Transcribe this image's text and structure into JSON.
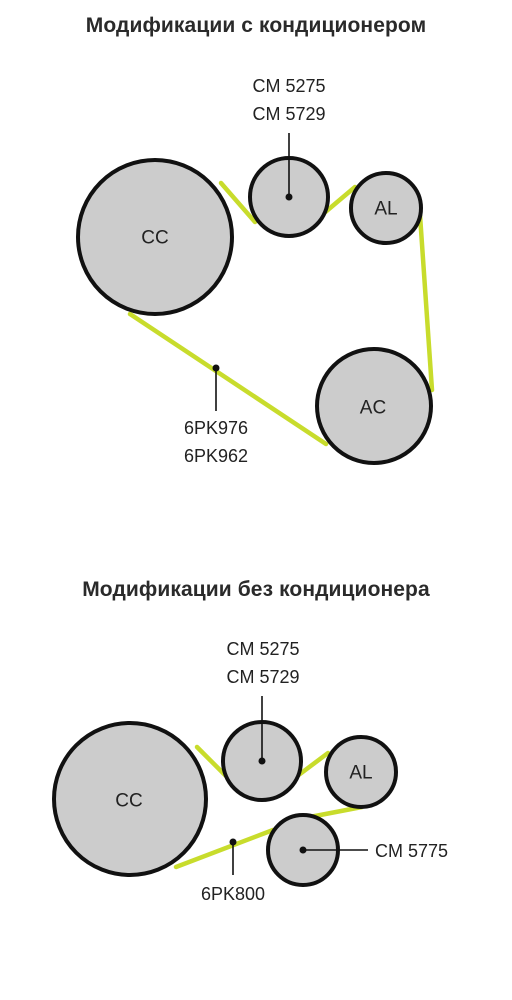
{
  "diagram_with_ac": {
    "title": "Модификации с кондиционером",
    "pulleys": {
      "cc": "CC",
      "al": "AL",
      "ac": "AC"
    },
    "idler_label_line1": "CM 5275",
    "idler_label_line2": "CM 5729",
    "belt_label_line1": "6PK976",
    "belt_label_line2": "6PK962"
  },
  "diagram_without_ac": {
    "title": "Модификации без кондиционера",
    "pulleys": {
      "cc": "CC",
      "al": "AL"
    },
    "idler_label_line1": "CM 5275",
    "idler_label_line2": "CM 5729",
    "tensioner_label": "CM 5775",
    "belt_label": "6PK800"
  },
  "colors": {
    "belt": "#c8dc2c",
    "pulley_fill": "#cccccc",
    "pulley_stroke": "#111111"
  }
}
